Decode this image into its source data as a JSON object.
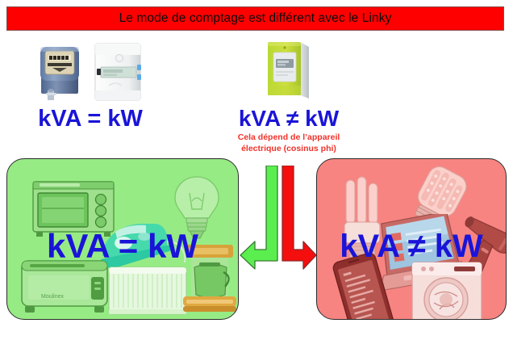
{
  "title": {
    "text": "Le mode de comptage est différent avec le Linky",
    "background": "#fe0000",
    "text_color": "#0d0d0d"
  },
  "top_section": {
    "old_meter": {
      "icons": [
        "old-electromechanical-meter",
        "white-electronic-meter"
      ],
      "equation": "kVA = kW"
    },
    "linky_meter": {
      "icons": [
        "linky-green-meter"
      ],
      "equation": "kVA ≠ kW",
      "note_line1": "Cela dépend de l’appareil",
      "note_line2": "électrique (cosinus phi)"
    }
  },
  "panels": {
    "green": {
      "label": "kVA = kW",
      "background": "#97eb85",
      "appliances": [
        "oven",
        "iron",
        "light-bulb",
        "toaster",
        "convector-heater",
        "coffee-maker"
      ]
    },
    "red": {
      "label": "kVA ≠ kW",
      "background": "#f78481",
      "appliances": [
        "cfl-bulb",
        "led-bulb",
        "laptop",
        "hair-dryer",
        "smartphone",
        "washing-machine"
      ]
    }
  },
  "arrows": {
    "left_arrow": {
      "direction": "left",
      "color": "#5aee4e",
      "points_to": "green-panel"
    },
    "right_arrow": {
      "direction": "right",
      "color": "#f40e0e",
      "points_to": "red-panel"
    }
  },
  "colors": {
    "blue_text": "#1a14d8",
    "red_note": "#f0322a",
    "banner_red": "#fe0000"
  }
}
